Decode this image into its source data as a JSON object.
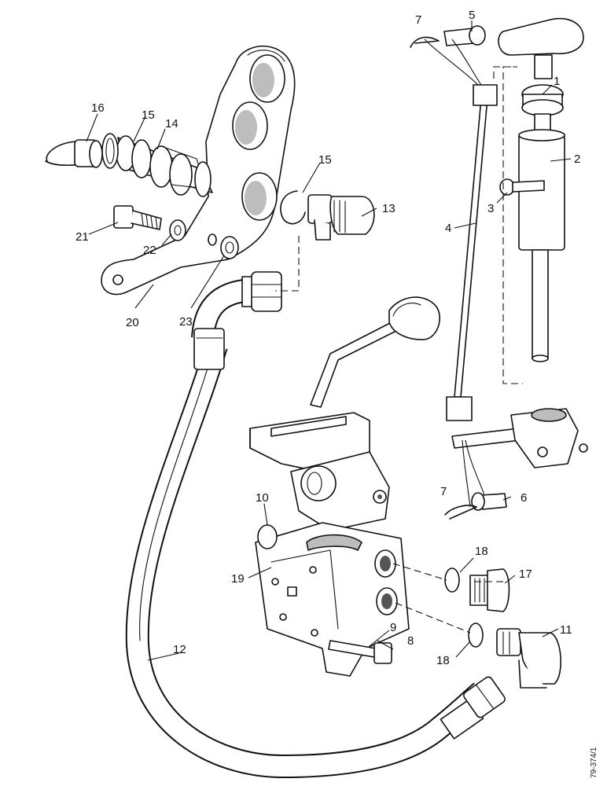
{
  "diagram": {
    "drawing_ref": "79-374/1",
    "callouts": [
      {
        "id": "c1",
        "label": "1"
      },
      {
        "id": "c2",
        "label": "2"
      },
      {
        "id": "c3",
        "label": "3"
      },
      {
        "id": "c4",
        "label": "4"
      },
      {
        "id": "c5",
        "label": "5"
      },
      {
        "id": "c6",
        "label": "6"
      },
      {
        "id": "c7a",
        "label": "7"
      },
      {
        "id": "c7b",
        "label": "7"
      },
      {
        "id": "c8",
        "label": "8"
      },
      {
        "id": "c9",
        "label": "9"
      },
      {
        "id": "c10",
        "label": "10"
      },
      {
        "id": "c11",
        "label": "11"
      },
      {
        "id": "c12",
        "label": "12"
      },
      {
        "id": "c13",
        "label": "13"
      },
      {
        "id": "c14",
        "label": "14"
      },
      {
        "id": "c15a",
        "label": "15"
      },
      {
        "id": "c15b",
        "label": "15"
      },
      {
        "id": "c16",
        "label": "16"
      },
      {
        "id": "c17",
        "label": "17"
      },
      {
        "id": "c18a",
        "label": "18"
      },
      {
        "id": "c18b",
        "label": "18"
      },
      {
        "id": "c19",
        "label": "19"
      },
      {
        "id": "c20",
        "label": "20"
      },
      {
        "id": "c21",
        "label": "21"
      },
      {
        "id": "c22",
        "label": "22"
      },
      {
        "id": "c23",
        "label": "23"
      }
    ]
  }
}
